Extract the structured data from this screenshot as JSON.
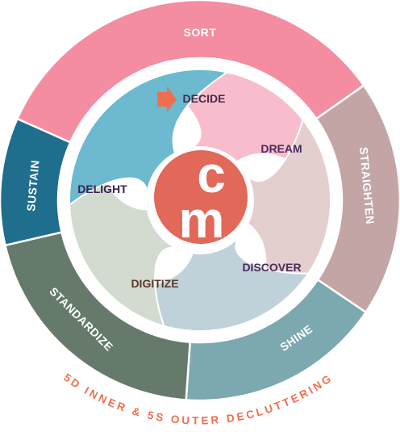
{
  "outer_ring": [
    {
      "label": "SORT",
      "color": "#f48da1",
      "text_color": "#ffffff"
    },
    {
      "label": "STRAIGHTEN",
      "color": "#c3a5a6",
      "text_color": "#ffffff"
    },
    {
      "label": "SHINE",
      "color": "#7ca8b0",
      "text_color": "#ffffff"
    },
    {
      "label": "STANDARDIZE",
      "color": "#667a6c",
      "text_color": "#ffffff"
    },
    {
      "label": "SUSTAIN",
      "color": "#1f6e8e",
      "text_color": "#ffffff"
    }
  ],
  "inner_ring": [
    {
      "label": "DECIDE",
      "color": "#f8bdcc",
      "text_color": "#4a2a4a"
    },
    {
      "label": "DREAM",
      "color": "#e4cfcf",
      "text_color": "#4a2a5c"
    },
    {
      "label": "DISCOVER",
      "color": "#bfd2da",
      "text_color": "#4a2a5c"
    },
    {
      "label": "DIGITIZE",
      "color": "#d3dbd0",
      "text_color": "#5a3a2a"
    },
    {
      "label": "DELIGHT",
      "color": "#6cb9d0",
      "text_color": "#3a2250"
    }
  ],
  "logo": {
    "letter_top": "c",
    "letter_bottom": "m",
    "color": "#e2685a"
  },
  "arrow_color": "#ef6e4f",
  "caption": "5D INNER & 5S OUTER DECLUTTERING",
  "caption_color": "#ef6e4f"
}
